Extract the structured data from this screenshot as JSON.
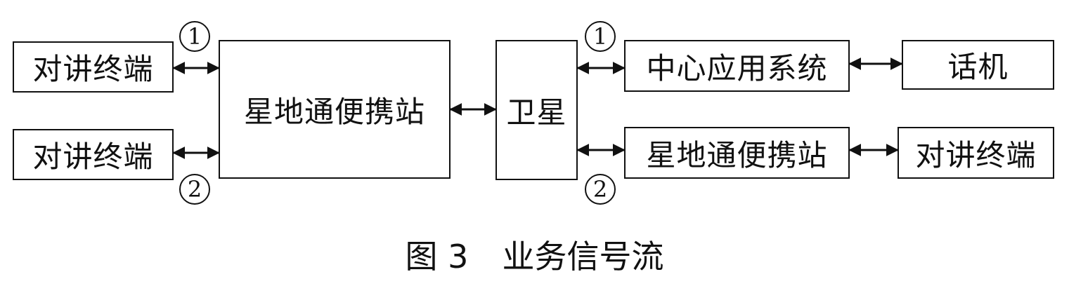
{
  "boxes": {
    "left_terminal_1": "对讲终端",
    "left_terminal_2": "对讲终端",
    "left_station": "星地通便携站",
    "satellite": "卫星",
    "center_app": "中心应用系统",
    "phone": "话机",
    "right_station": "星地通便携站",
    "right_terminal": "对讲终端"
  },
  "markers": {
    "one": "1",
    "two": "2"
  },
  "caption": {
    "figure": "图 3",
    "title": "业务信号流"
  },
  "colors": {
    "line": "#111111",
    "background": "#ffffff"
  }
}
